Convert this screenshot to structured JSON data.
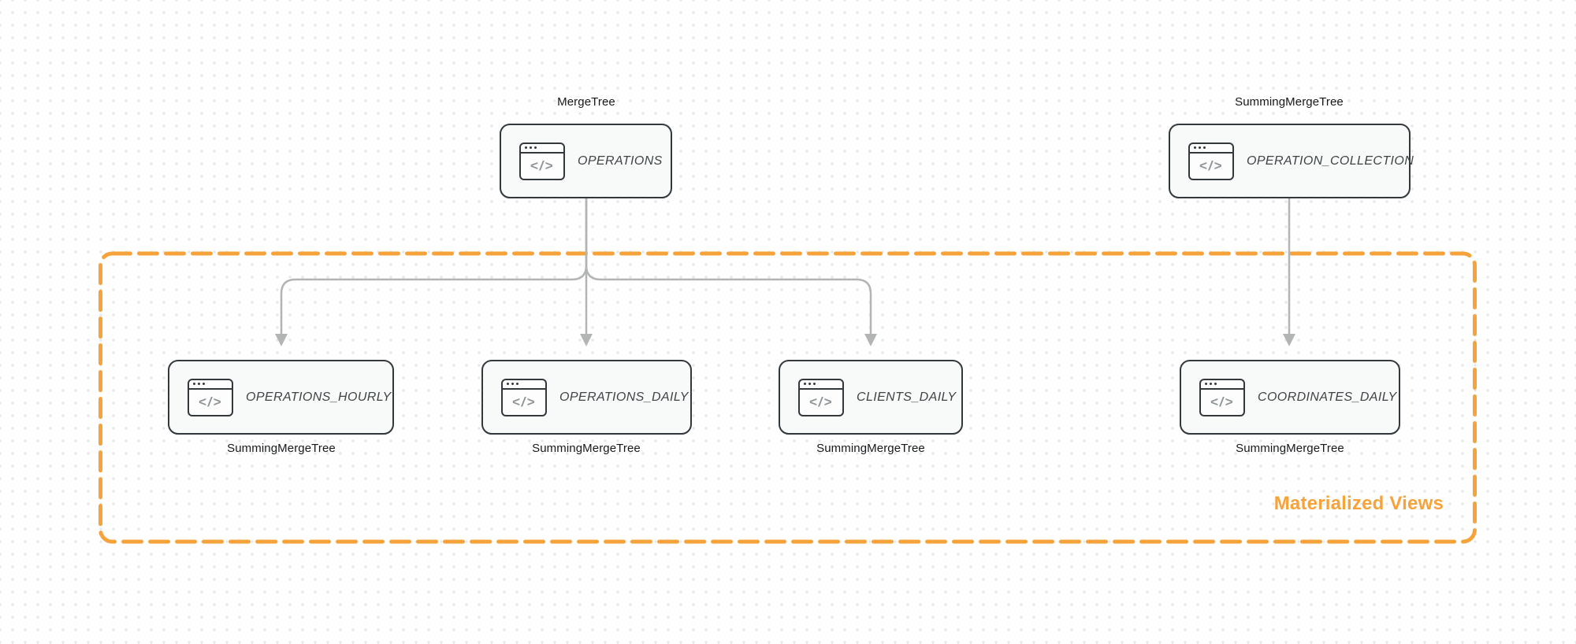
{
  "icon": {
    "name": "code-window",
    "glyph": "</>"
  },
  "group": {
    "label": "Materialized Views",
    "color": "#f7a33c"
  },
  "nodes": {
    "operations": {
      "table": "OPERATIONS",
      "engine": "MergeTree"
    },
    "operation_collection": {
      "table": "OPERATION_COLLECTION",
      "engine": "SummingMergeTree"
    },
    "operations_hourly": {
      "table": "OPERATIONS_HOURLY",
      "engine": "SummingMergeTree"
    },
    "operations_daily": {
      "table": "OPERATIONS_DAILY",
      "engine": "SummingMergeTree"
    },
    "clients_daily": {
      "table": "CLIENTS_DAILY",
      "engine": "SummingMergeTree"
    },
    "coordinates_daily": {
      "table": "COORDINATES_DAILY",
      "engine": "SummingMergeTree"
    }
  },
  "colors": {
    "node_border": "#33383d",
    "node_fill": "#f8f9f9",
    "arrow": "#b3b5b4",
    "dashed_box": "#f7a33c",
    "dot_grid": "#e6e6e9"
  }
}
